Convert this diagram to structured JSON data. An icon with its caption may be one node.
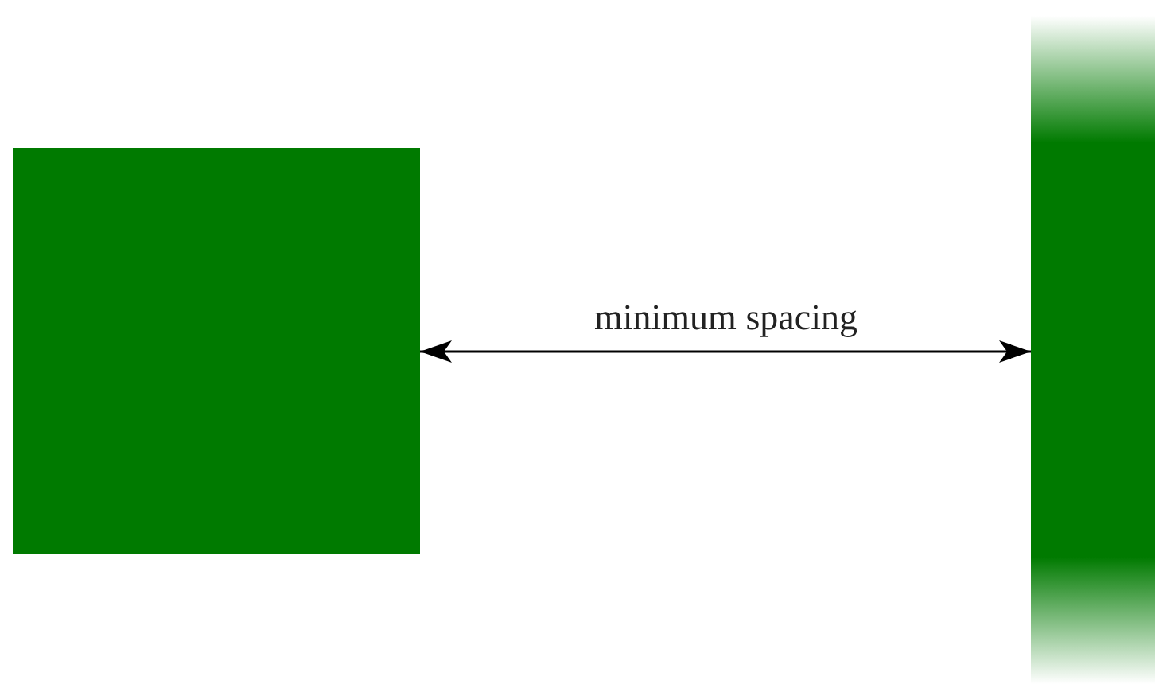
{
  "diagram": {
    "nodes": [
      {
        "text": [],
        "shape": "box"
      },
      {
        "text": [],
        "shape": "bar"
      }
    ],
    "edges": [
      {
        "from": 0,
        "to": 1,
        "arrow": "both",
        "label": "minimum spacing"
      }
    ]
  }
}
